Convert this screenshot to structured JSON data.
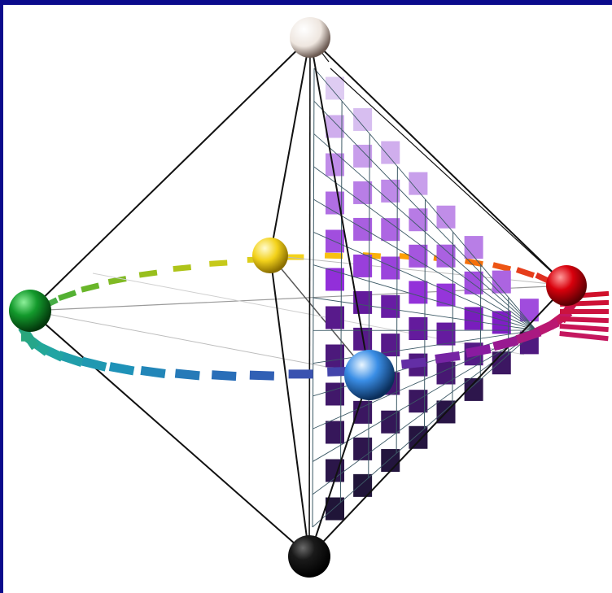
{
  "diagram": {
    "kind": "color solid (double pyramid) with hue circle",
    "poles": [
      {
        "id": "white",
        "color": "#f4efe9"
      },
      {
        "id": "black",
        "color": "#111111"
      }
    ],
    "hue_spheres": [
      {
        "id": "yellow",
        "color": "#f3d21a"
      },
      {
        "id": "red",
        "color": "#d8000c"
      },
      {
        "id": "blue",
        "color": "#3a8ee6"
      },
      {
        "id": "green",
        "color": "#139a2c"
      }
    ],
    "hue_ring_colors": [
      "#f3d21a",
      "#ff9a00",
      "#e8411a",
      "#d0102a",
      "#c2186a",
      "#8a1aa0",
      "#4a3aa8",
      "#2a6ab8",
      "#1f93b8",
      "#22a7a0",
      "#2ba570",
      "#57b22e",
      "#a6c21a"
    ],
    "cross_section": {
      "hue": "violet",
      "light_color": "#e6dcf5",
      "full_color": "#8a1fd6",
      "dark_color": "#1a1430",
      "grid_color": "#3d5a66"
    },
    "colors": {
      "edge": "#111111",
      "inner_edge": "#9a9a9a",
      "frame": "#0b0b8c"
    }
  }
}
